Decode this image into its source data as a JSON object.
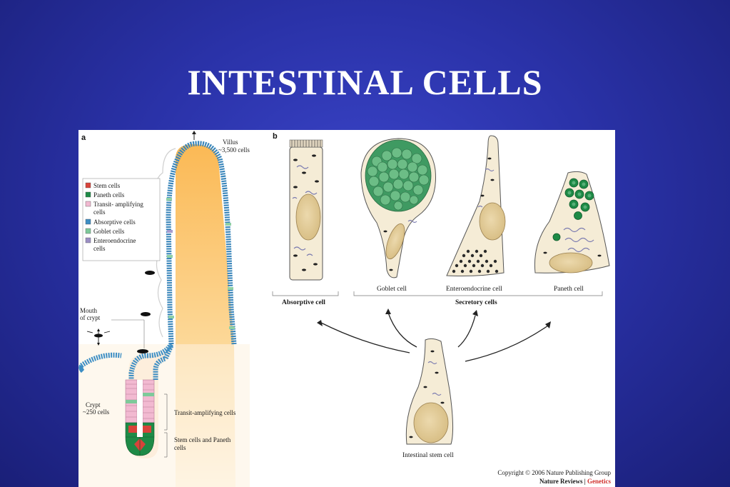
{
  "slide": {
    "title": "INTESTINAL CELLS"
  },
  "panel_a": {
    "letter": "a",
    "villus": {
      "line1": "Villus",
      "line2": "~3,500 cells"
    },
    "legend": [
      {
        "label1": "Stem cells",
        "label2": "",
        "color": "#d8433a"
      },
      {
        "label1": "Paneth cells",
        "label2": "",
        "color": "#1e8a46"
      },
      {
        "label1": "Transit- amplifying",
        "label2": "cells",
        "color": "#f2b9d1"
      },
      {
        "label1": "Absorptive cells",
        "label2": "",
        "color": "#3d8ec4"
      },
      {
        "label1": "Goblet cells",
        "label2": "",
        "color": "#7ec99a"
      },
      {
        "label1": "Enteroendocrine",
        "label2": "cells",
        "color": "#9b8fc4"
      }
    ],
    "mouth": {
      "line1": "Mouth",
      "line2": "of crypt"
    },
    "crypt": {
      "line1": "Crypt",
      "line2": "~250 cells"
    },
    "transit_label": "Transit-amplifying cells",
    "stem_paneth": {
      "line1": "Stem cells and Paneth",
      "line2": "cells"
    }
  },
  "panel_b": {
    "letter": "b",
    "cells": {
      "absorptive": "Absorptive cell",
      "goblet": "Goblet cell",
      "enteroendocrine": "Enteroendocrine cell",
      "paneth": "Paneth cell",
      "stem": "Intestinal stem cell"
    },
    "secretory_group": "Secretory cells"
  },
  "copyright": {
    "line1": "Copyright © 2006 Nature Publishing Group",
    "line2a": "Nature Reviews | ",
    "line2b": "Genetics"
  },
  "colors": {
    "cell_fill": "#f5ecd6",
    "nucleus": "#e3cfa0",
    "villus_core": "#f9c66a",
    "absorptive_blue": "#3d8ec4",
    "goblet_green": "#5fb37d",
    "paneth_green": "#1e8a46",
    "genetics_red": "#d0312d"
  }
}
